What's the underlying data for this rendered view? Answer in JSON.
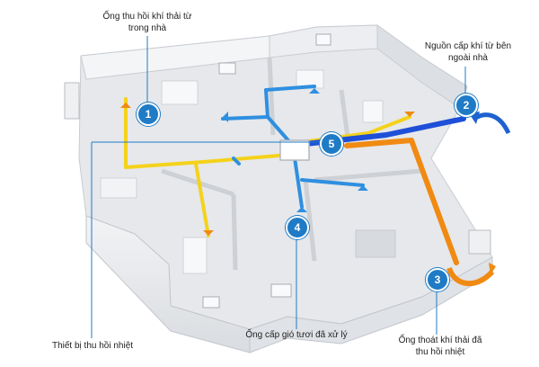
{
  "colors": {
    "supply_blue": "#2f8fe0",
    "outdoor_blue": "#1e4fd8",
    "exhaust_yellow": "#f4d21c",
    "exhaust_out_orange": "#f08a12",
    "badge_blue": "#1f7bc6",
    "leader_line": "#1f7bc6"
  },
  "labels": {
    "l1": {
      "line1": "Ống thu hồi khí thải từ",
      "line2": "trong nhà"
    },
    "l2": {
      "line1": "Nguồn cấp khí từ bên",
      "line2": "ngoài nhà"
    },
    "l3": {
      "line1": "Ống thoát khí thải đã",
      "line2": "thu hồi nhiệt"
    },
    "l4": {
      "line1": "Ống cấp gió tươi đã xử lý"
    },
    "l5": {
      "line1": "Thiết bị thu hồi nhiệt"
    }
  },
  "badges": {
    "b1": "1",
    "b2": "2",
    "b3": "3",
    "b4": "4",
    "b5": "5"
  }
}
